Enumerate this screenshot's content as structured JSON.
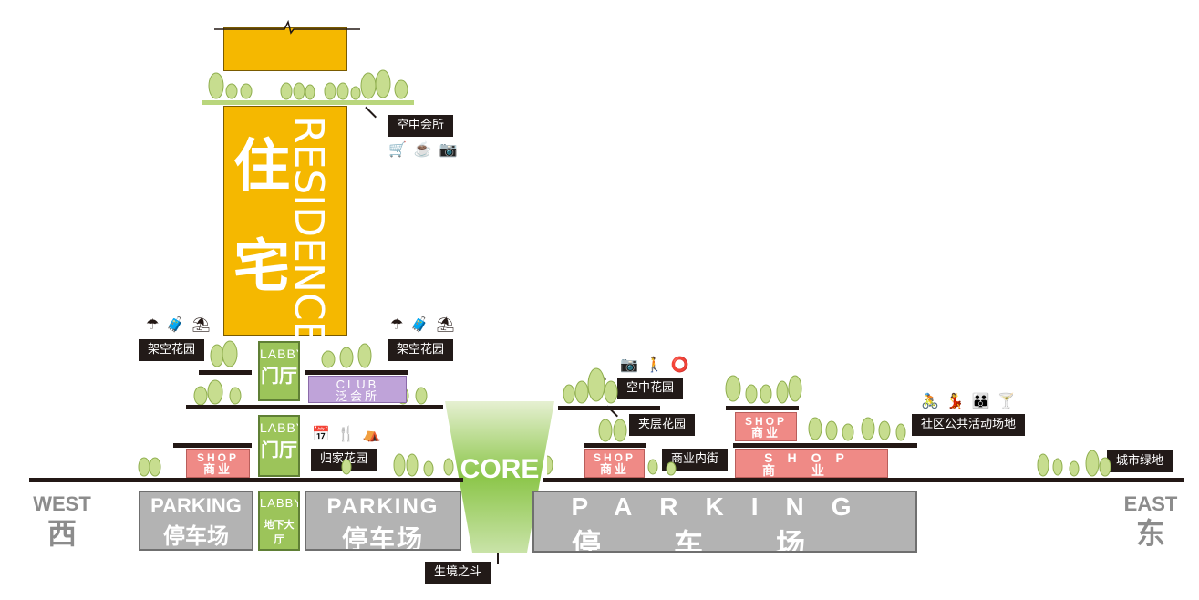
{
  "colors": {
    "residence": "#f5b800",
    "greenery": "#b9d67c",
    "labby": "#9cc45a",
    "shop": "#ef8a86",
    "club": "#bfa3d9",
    "parking": "#b3b3b3",
    "ground": "#231815",
    "tag": "#221a18"
  },
  "residence": {
    "zh": "住宅",
    "en": "RESIDENCE"
  },
  "core": {
    "label": "CORE"
  },
  "directions": {
    "west_en": "WEST",
    "west_zh": "西",
    "east_en": "EAST",
    "east_zh": "东"
  },
  "labels": {
    "sky_club": "空中会所",
    "stilt_garden_left": "架空花园",
    "stilt_garden_right": "架空花园",
    "home_garden": "归家花园",
    "sky_garden": "空中花园",
    "mezzanine_garden": "夹层花园",
    "inner_street": "商业内街",
    "community_space": "社区公共活动场地",
    "urban_green": "城市绿地",
    "eco_funnel": "生境之斗"
  },
  "labby": {
    "en": "LABBY",
    "zh_lobby": "门厅",
    "zh_underground": "地下大厅"
  },
  "club": {
    "en": "CLUB",
    "zh": "泛会所"
  },
  "shop": {
    "en": "SHOP",
    "zh": "商业"
  },
  "parking": {
    "en": "PARKING",
    "zh": "停车场"
  },
  "icon_groups": {
    "sky_club": [
      "cart-icon",
      "coffee-icon",
      "camera-icon"
    ],
    "stilt_left": [
      "umbrella-icon",
      "luggage-icon",
      "deckchair-icon"
    ],
    "stilt_right": [
      "umbrella-icon",
      "luggage-icon",
      "deckchair-icon"
    ],
    "home_garden": [
      "calendar-icon",
      "dining-icon",
      "canopy-icon"
    ],
    "sky_garden": [
      "camera-icon",
      "walker-icon",
      "lifebuoy-icon"
    ],
    "community": [
      "cycling-icon",
      "dancer-icon",
      "family-icon",
      "cocktail-icon"
    ]
  }
}
